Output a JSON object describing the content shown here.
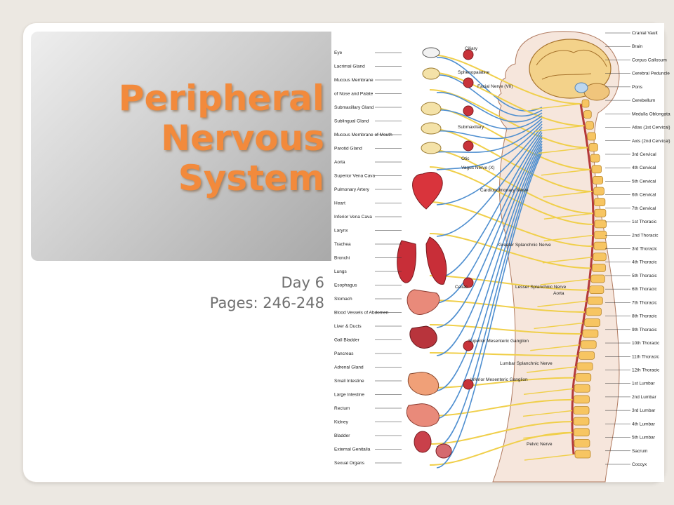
{
  "slide": {
    "title_lines": [
      "Peripheral",
      "Nervous",
      "System"
    ],
    "subtitle_lines": [
      "Day 6",
      "Pages: 246-248"
    ]
  },
  "diagram": {
    "left_labels": [
      "Eye",
      "Lacrimal Gland",
      "Mucous Membrane",
      "of Nose and Palate",
      "Submaxillary Gland",
      "Sublingual Gland",
      "Mucous Membrane of Mouth",
      "Parotid Gland",
      "Aorta",
      "Superior Vena Cava",
      "Pulmonary Artery",
      "Heart",
      "Inferior Vena Cava",
      "Larynx",
      "Trachea",
      "Bronchi",
      "Lungs",
      "Esophagus",
      "Stomach",
      "Blood Vessels of Abdomen",
      "Liver & Ducts",
      "Gall Bladder",
      "Pancreas",
      "Adrenal Gland",
      "Small Intestine",
      "Large Intestine",
      "Rectum",
      "Kidney",
      "Bladder",
      "External Genitalia",
      "Sexual Organs"
    ],
    "right_labels": [
      "Cranial Vault",
      "Brain",
      "Corpus Callosum",
      "Cerebral Peduncle",
      "Pons",
      "Cerebellum",
      "Medulla Oblongata",
      "Atlas (1st Cervical)",
      "Axis (2nd Cervical)",
      "3rd Cervical",
      "4th Cervical",
      "5th Cervical",
      "6th Cervical",
      "7th Cervical",
      "1st Thoracic",
      "2nd Thoracic",
      "3rd Thoracic",
      "4th Thoracic",
      "5th Thoracic",
      "6th Thoracic",
      "7th Thoracic",
      "8th Thoracic",
      "9th Thoracic",
      "10th Thoracic",
      "11th Thoracic",
      "12th Thoracic",
      "1st Lumbar",
      "2nd Lumbar",
      "3rd Lumbar",
      "4th Lumbar",
      "5th Lumbar",
      "Sacrum",
      "Coccyx"
    ],
    "inner_labels": [
      "Ciliary",
      "Sphenopalatine",
      "Facial Nerve (VII)",
      "Submaxillary",
      "Otic",
      "Vagus Nerve (X)",
      "Cardiopulmonary Nerve",
      "Greater Splanchnic Nerve",
      "Lesser Splanchnic Nerve",
      "Lumbar Splanchnic Nerve",
      "Celiac",
      "Superior Mesenteric Ganglion",
      "Inferior Mesenteric Ganglion",
      "Pelvic Nerve",
      "Aorta"
    ]
  }
}
